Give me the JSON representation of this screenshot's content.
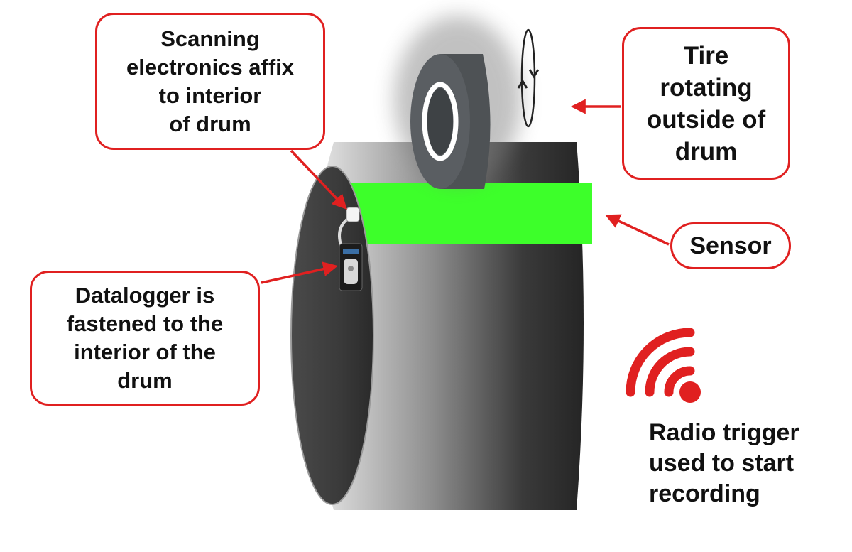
{
  "labels": {
    "scanning": [
      "Scanning",
      "electronics affix",
      "to interior",
      "of drum"
    ],
    "tire": [
      "Tire",
      "rotating",
      "outside of",
      "drum"
    ],
    "sensor": "Sensor",
    "datalogger": [
      "Datalogger is",
      "fastened to the",
      "interior of the",
      "drum"
    ],
    "radio": [
      "Radio trigger",
      "used to start",
      "recording"
    ]
  },
  "icons": {
    "rotation": "rotation-arrows-icon",
    "radio": "radio-signal-icon"
  },
  "colors": {
    "accent": "#e02020",
    "sensor_band": "#3dff2a",
    "drum_dark": "#2a2a2a",
    "drum_light": "#e6e6e6",
    "tire": "#4e5255"
  }
}
